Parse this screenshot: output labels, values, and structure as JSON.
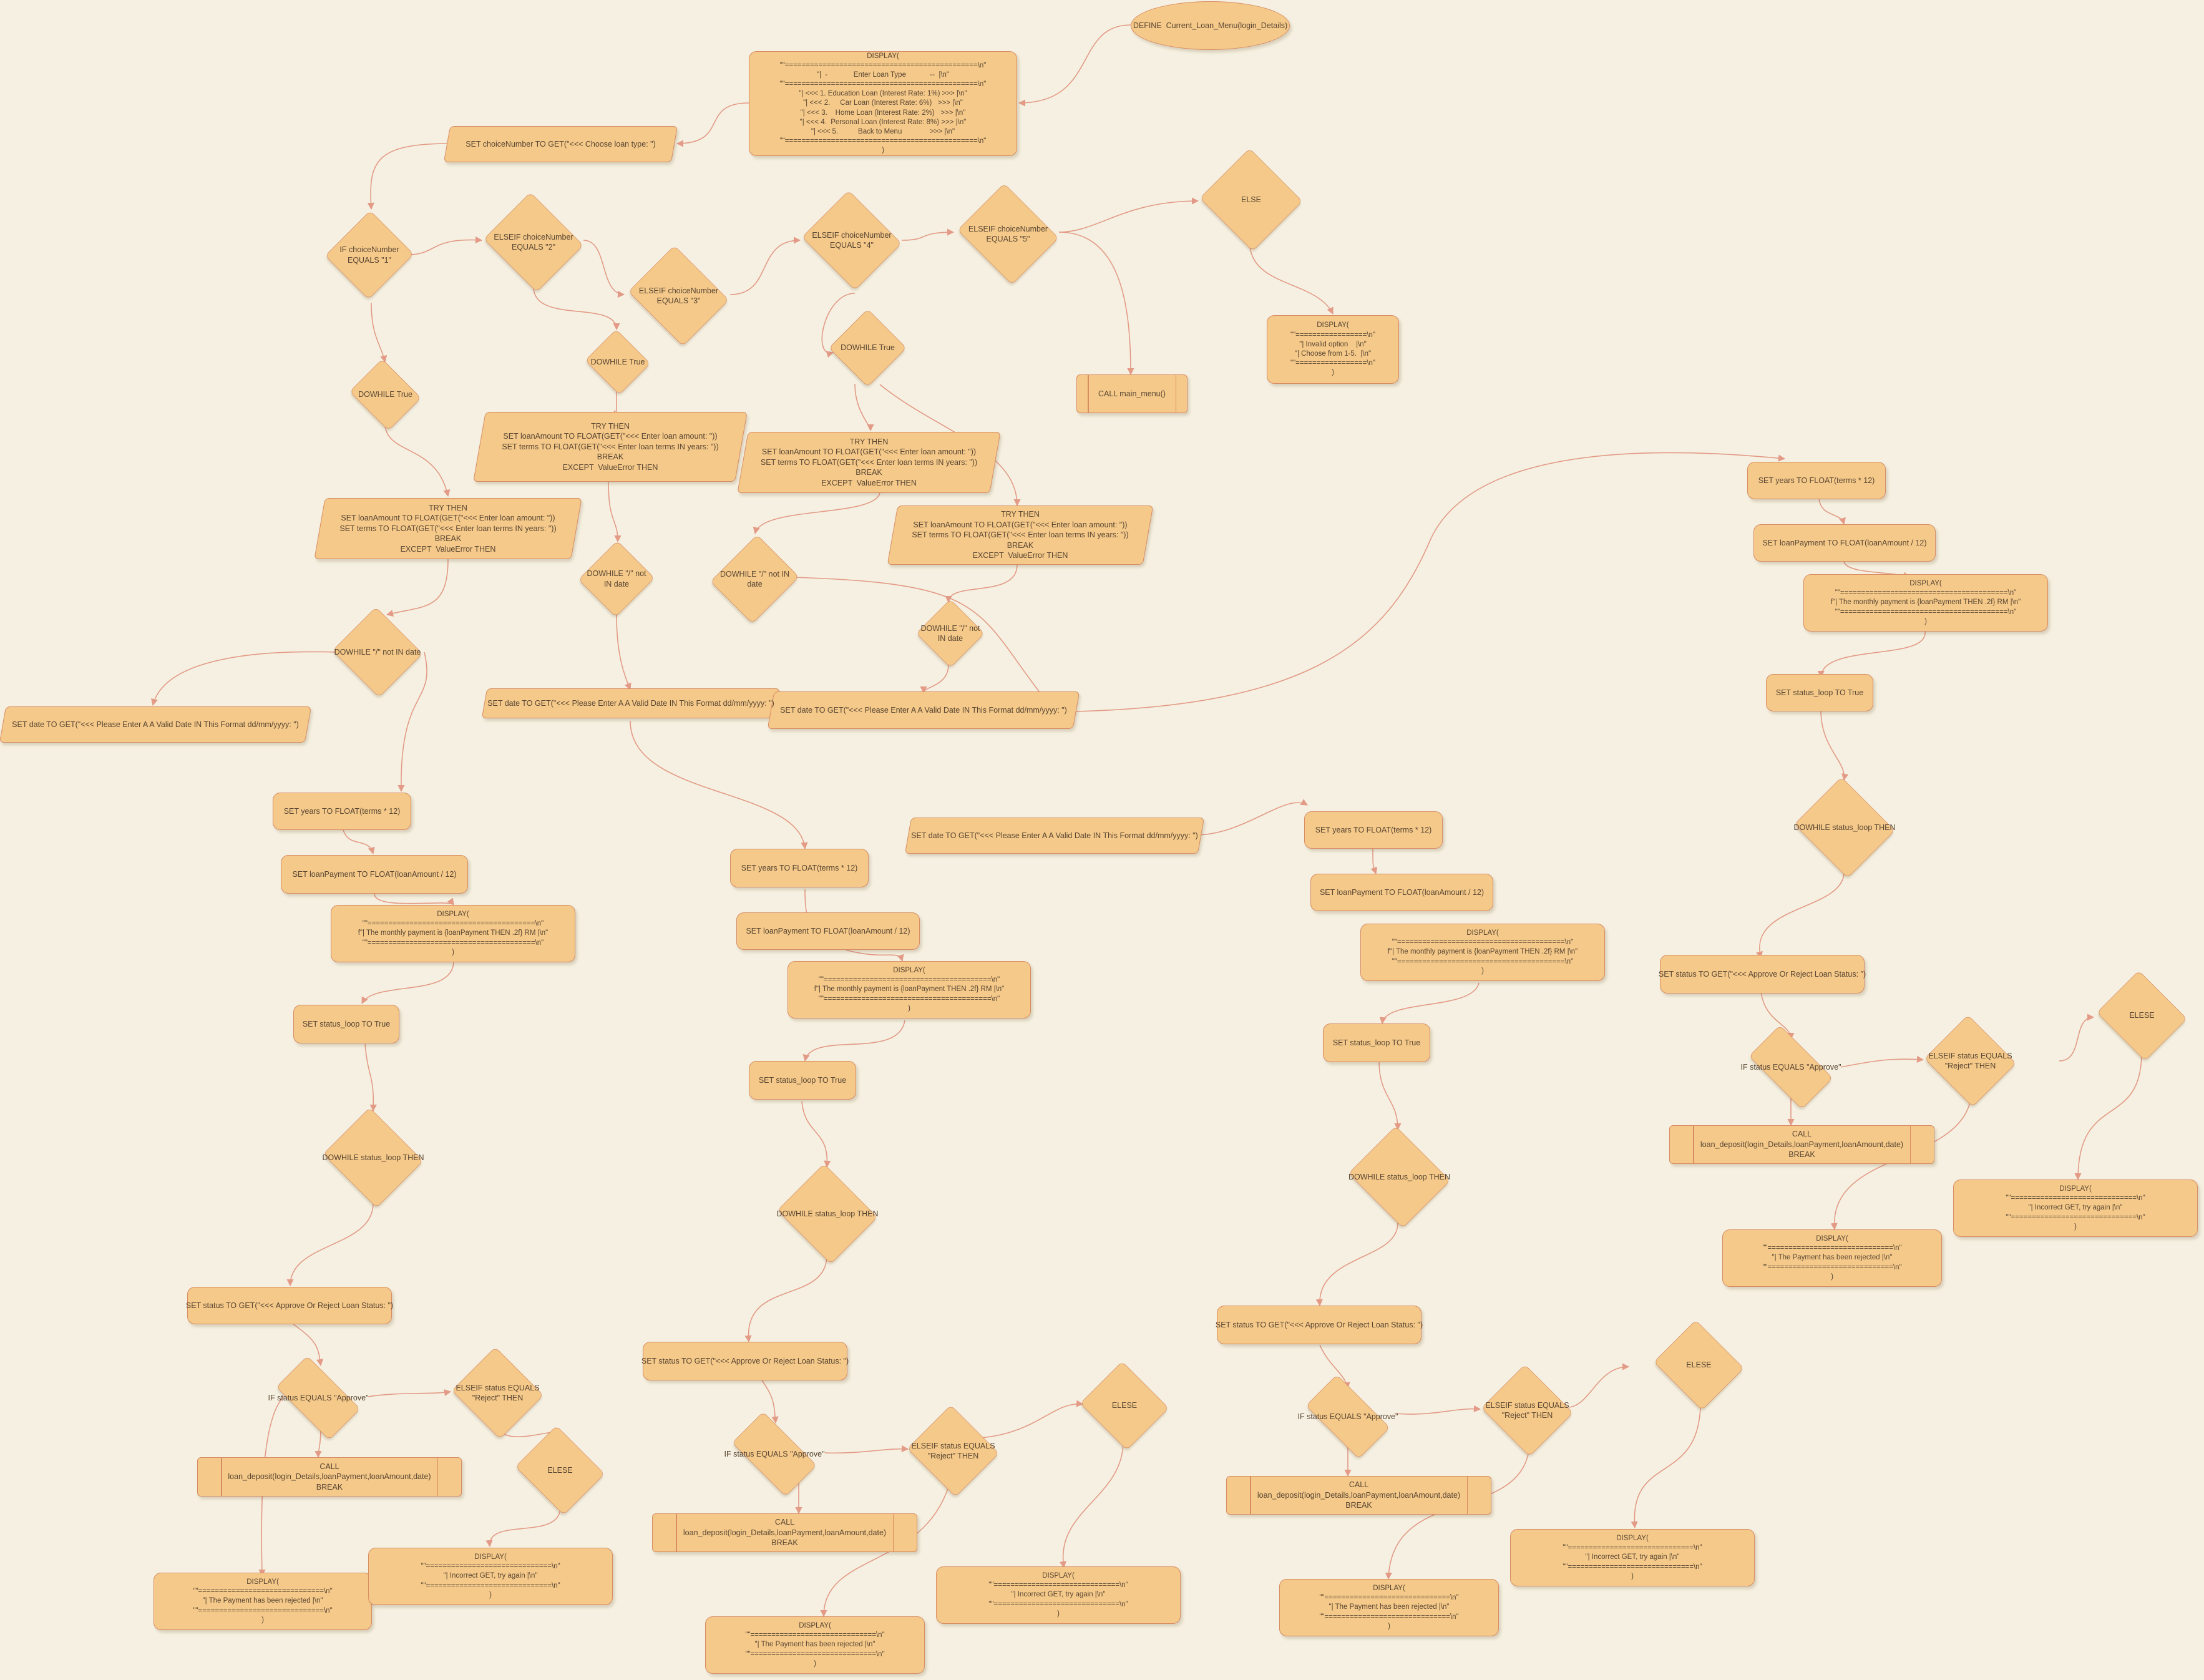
{
  "colors": {
    "background": "#f5f0e1",
    "node_fill": "#f4c98a",
    "node_border": "#d98c63",
    "edge": "#e39a86",
    "text": "#5a4632"
  },
  "nodes": {
    "define": "DEFINE  Current_Loan_Menu(login_Details)",
    "menu_display": "DISPLAY(\n\"\"==============================================\\n\"\n\"|  -             Enter Loan Type            --  |\\n\"\n\"\"==============================================\\n\"\n\"| <<< 1. Education Loan (Interest Rate: 1%) >>> |\\n\"\n\"| <<< 2.     Car Loan (Interest Rate: 6%)   >>> |\\n\"\n\"| <<< 3.    Home Loan (Interest Rate: 2%)   >>> |\\n\"\n\"| <<< 4.  Personal Loan (Interest Rate: 8%) >>> |\\n\"\n\"| <<< 5.          Back to Menu              >>> |\\n\"\n\"\"==============================================\\n\"\n)",
    "set_choice": "SET choiceNumber TO GET(\"<<< Choose loan type: \")",
    "if1": "IF choiceNumber\nEQUALS \"1\"",
    "elseif2": "ELSEIF choiceNumber\nEQUALS \"2\"",
    "elseif3": "ELSEIF choiceNumber\nEQUALS \"3\"",
    "elseif4": "ELSEIF choiceNumber\nEQUALS \"4\"",
    "elseif5": "ELSEIF choiceNumber\nEQUALS \"5\"",
    "else": "ELSE",
    "invalid": "DISPLAY(\n\"\"=================\\n\"\n\"| Invalid option    |\\n\"\n\"| Choose from 1-5.  |\\n\"\n\"\"=================\\n\"\n)",
    "call_main": "CALL main_menu()",
    "dowhile_true": "DOWHILE True",
    "try": "TRY THEN\nSET loanAmount TO FLOAT(GET(\"<<< Enter loan amount: \"))\nSET terms TO FLOAT(GET(\"<<< Enter loan terms IN years: \"))\nBREAK\nEXCEPT  ValueError THEN",
    "dowhile_date": "DOWHILE \"/\" not IN date",
    "dowhile_date_b": "DOWHILE \"/\" not\nIN date",
    "dowhile_date_c": "DOWHILE \"/\" not IN\ndate",
    "dowhile_date_d": "DOWHILE \"/\" not\nIN date",
    "set_date": "SET date TO GET(\"<<< Please Enter A A Valid Date IN This Format dd/mm/yyyy: \")",
    "set_years": "SET years TO FLOAT(terms * 12)",
    "set_payment": "SET loanPayment TO FLOAT(loanAmount / 12)",
    "monthly": "DISPLAY(\n\"\"========================================\\n\"\nf\"| The monthly payment is {loanPayment THEN .2f} RM |\\n\"\n\"\"========================================\\n\"\n)",
    "status_true": "SET status_loop TO True",
    "dowhile_status": "DOWHILE status_loop THEN",
    "set_status": "SET status TO GET(\"<<< Approve Or Reject Loan Status: \")",
    "if_approve": "IF status EQUALS \"Approve\"",
    "elseif_reject": "ELSEIF status EQUALS\n\"Reject\" THEN",
    "elese": "ELESE",
    "call_deposit": "CALL\nloan_deposit(login_Details,loanPayment,loanAmount,date)\nBREAK",
    "rejected": "DISPLAY(\n\"\"==============================\\n\"\n\"| The Payment has been rejected |\\n\"\n\"\"==============================\\n\"\n)",
    "incorrect": "DISPLAY(\n\"\"==============================\\n\"\n\"| Incorrect GET, try again |\\n\"\n\"\"==============================\\n\"\n)"
  }
}
